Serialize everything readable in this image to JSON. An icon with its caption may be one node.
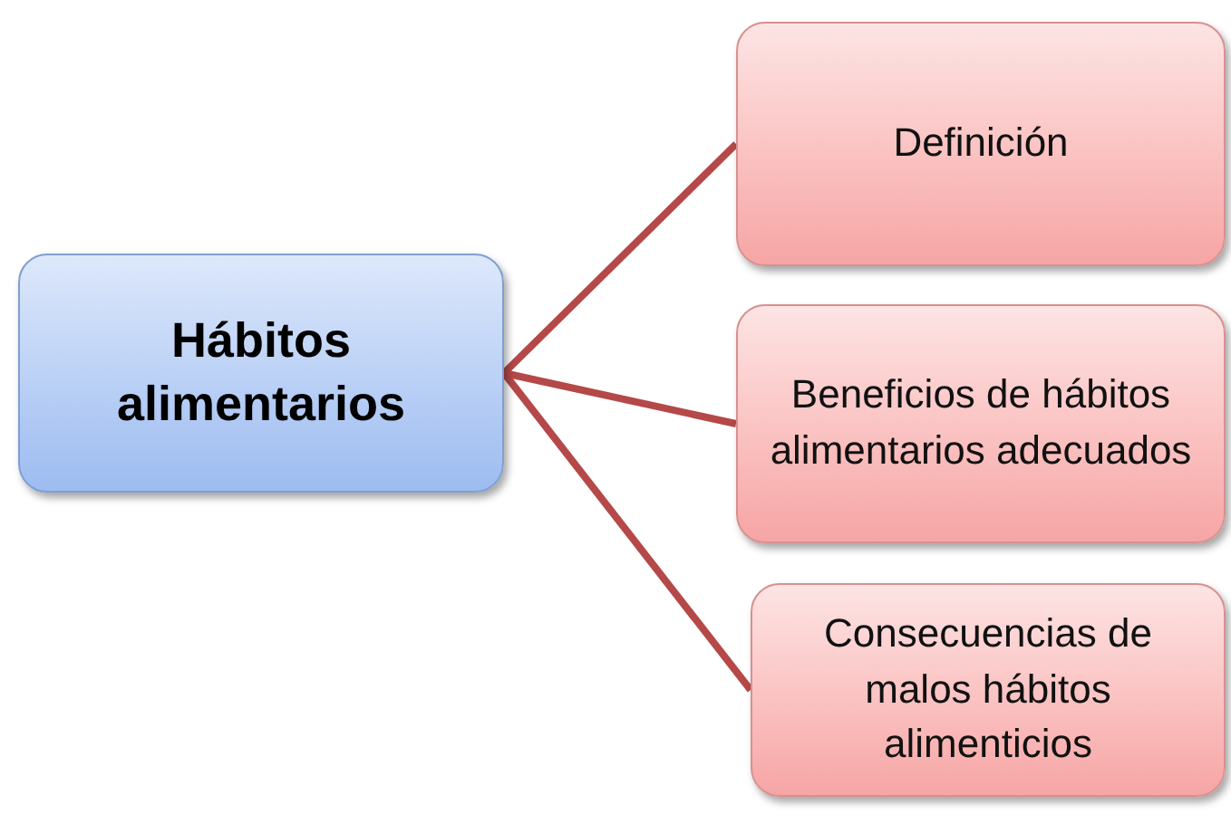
{
  "diagram": {
    "nodes": [
      {
        "text": [
          "Hábitos alimentarios"
        ]
      },
      {
        "text": [
          "Definición"
        ]
      },
      {
        "text": [
          "Beneficios de hábitos alimentarios adecuados"
        ]
      },
      {
        "text": [
          "Consecuencias de malos hábitos alimenticios"
        ]
      }
    ],
    "edges": [
      {
        "from": 0,
        "to": 1,
        "arrow": "none"
      },
      {
        "from": 0,
        "to": 2,
        "arrow": "none"
      },
      {
        "from": 0,
        "to": 3,
        "arrow": "none"
      }
    ]
  }
}
